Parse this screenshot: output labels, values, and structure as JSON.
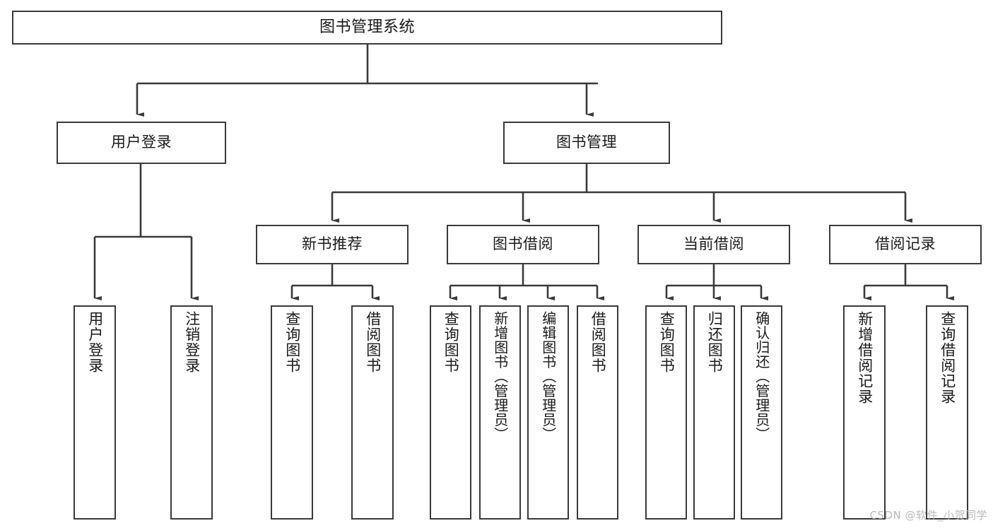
{
  "diagram": {
    "type": "tree",
    "title": "图书管理系统",
    "watermark": "CSDN @软件_小贺同学",
    "colors": {
      "box_border": "#3a3a3a",
      "box_fill": "#ffffff",
      "connector": "#3a3a3a",
      "text": "#1a1a1a",
      "watermark": "#b9b9b9"
    },
    "levels": {
      "root": {
        "label": "图书管理系统"
      },
      "level2": [
        {
          "id": "user-login",
          "label": "用户登录"
        },
        {
          "id": "book-management",
          "label": "图书管理"
        }
      ],
      "level3": [
        {
          "id": "new-book-recommend",
          "label": "新书推荐"
        },
        {
          "id": "book-borrow",
          "label": "图书借阅"
        },
        {
          "id": "current-borrow",
          "label": "当前借阅"
        },
        {
          "id": "borrow-record",
          "label": "借阅记录"
        }
      ],
      "leaves": {
        "user_login": [
          {
            "id": "leaf-user-login",
            "label": "用户登录"
          },
          {
            "id": "leaf-logout-login",
            "label": "注销登录"
          }
        ],
        "new_book_recommend": [
          {
            "id": "leaf-query-book-1",
            "label": "查询图书"
          },
          {
            "id": "leaf-borrow-book-1",
            "label": "借阅图书"
          }
        ],
        "book_borrow": [
          {
            "id": "leaf-query-book-2",
            "label": "查询图书"
          },
          {
            "id": "leaf-add-book",
            "label": "新增图书（管理员）"
          },
          {
            "id": "leaf-edit-book",
            "label": "编辑图书（管理员）"
          },
          {
            "id": "leaf-borrow-book-2",
            "label": "借阅图书"
          }
        ],
        "current_borrow": [
          {
            "id": "leaf-query-book-3",
            "label": "查询图书"
          },
          {
            "id": "leaf-return-book",
            "label": "归还图书"
          },
          {
            "id": "leaf-confirm-return",
            "label": "确认归还（管理员）"
          }
        ],
        "borrow_record": [
          {
            "id": "leaf-add-record",
            "label": "新增借阅记录"
          },
          {
            "id": "leaf-query-record",
            "label": "查询借阅记录"
          }
        ]
      }
    }
  }
}
